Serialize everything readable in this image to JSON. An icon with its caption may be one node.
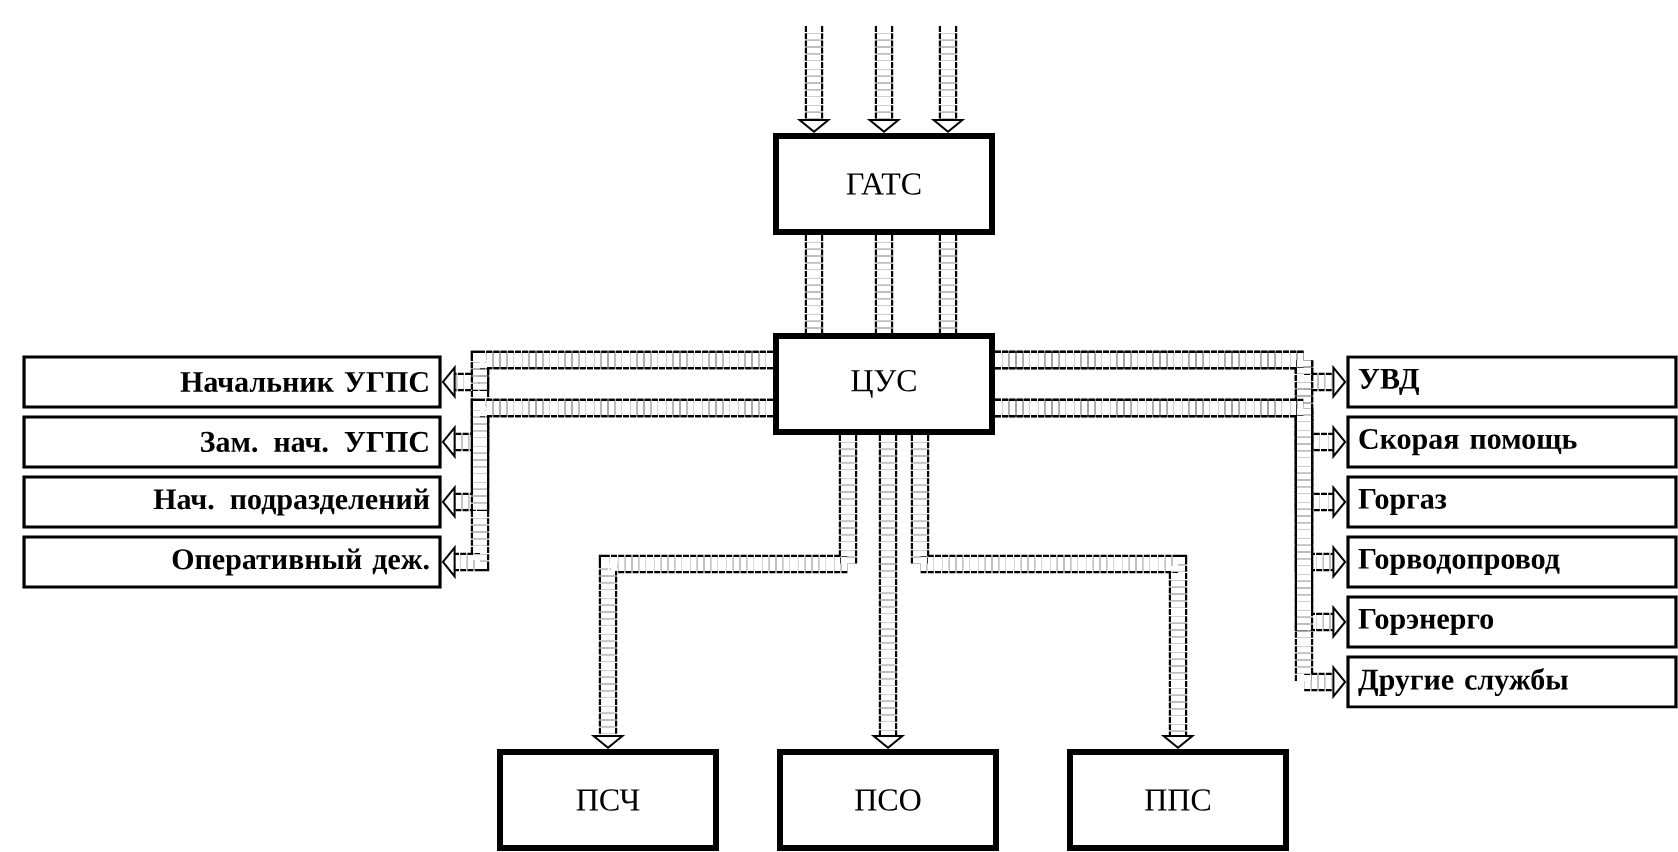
{
  "diagram": {
    "nodes": [
      {
        "text": [
          "ГАТС"
        ]
      },
      {
        "text": [
          "ЦУС"
        ]
      },
      {
        "text": [
          "Начальник УГПС"
        ]
      },
      {
        "text": [
          "Зам. нач. УГПС"
        ]
      },
      {
        "text": [
          "Нач. подразделений"
        ]
      },
      {
        "text": [
          "Оперативный деж."
        ]
      },
      {
        "text": [
          "УВД"
        ]
      },
      {
        "text": [
          "Скорая помощь"
        ]
      },
      {
        "text": [
          "Горгаз"
        ]
      },
      {
        "text": [
          "Горводопровод"
        ]
      },
      {
        "text": [
          "Горэнерго"
        ]
      },
      {
        "text": [
          "Другие службы"
        ]
      },
      {
        "text": [
          "ПСЧ"
        ]
      },
      {
        "text": [
          "ПСО"
        ]
      },
      {
        "text": [
          "ППС"
        ]
      }
    ],
    "edges": [
      {
        "from": null,
        "to": 0,
        "arrow": "to"
      },
      {
        "from": null,
        "to": 0,
        "arrow": "to"
      },
      {
        "from": null,
        "to": 0,
        "arrow": "to"
      },
      {
        "from": 0,
        "to": 1,
        "arrow": "none"
      },
      {
        "from": 0,
        "to": 1,
        "arrow": "none"
      },
      {
        "from": 0,
        "to": 1,
        "arrow": "none"
      },
      {
        "from": 1,
        "to": 2,
        "arrow": "to"
      },
      {
        "from": 1,
        "to": 3,
        "arrow": "to"
      },
      {
        "from": 1,
        "to": 4,
        "arrow": "to"
      },
      {
        "from": 1,
        "to": 5,
        "arrow": "to"
      },
      {
        "from": 1,
        "to": 6,
        "arrow": "to"
      },
      {
        "from": 1,
        "to": 7,
        "arrow": "to"
      },
      {
        "from": 1,
        "to": 8,
        "arrow": "to"
      },
      {
        "from": 1,
        "to": 9,
        "arrow": "to"
      },
      {
        "from": 1,
        "to": 10,
        "arrow": "to"
      },
      {
        "from": 1,
        "to": 11,
        "arrow": "to"
      },
      {
        "from": 1,
        "to": 12,
        "arrow": "to"
      },
      {
        "from": 1,
        "to": 13,
        "arrow": "to"
      },
      {
        "from": 1,
        "to": 14,
        "arrow": "to"
      }
    ]
  }
}
